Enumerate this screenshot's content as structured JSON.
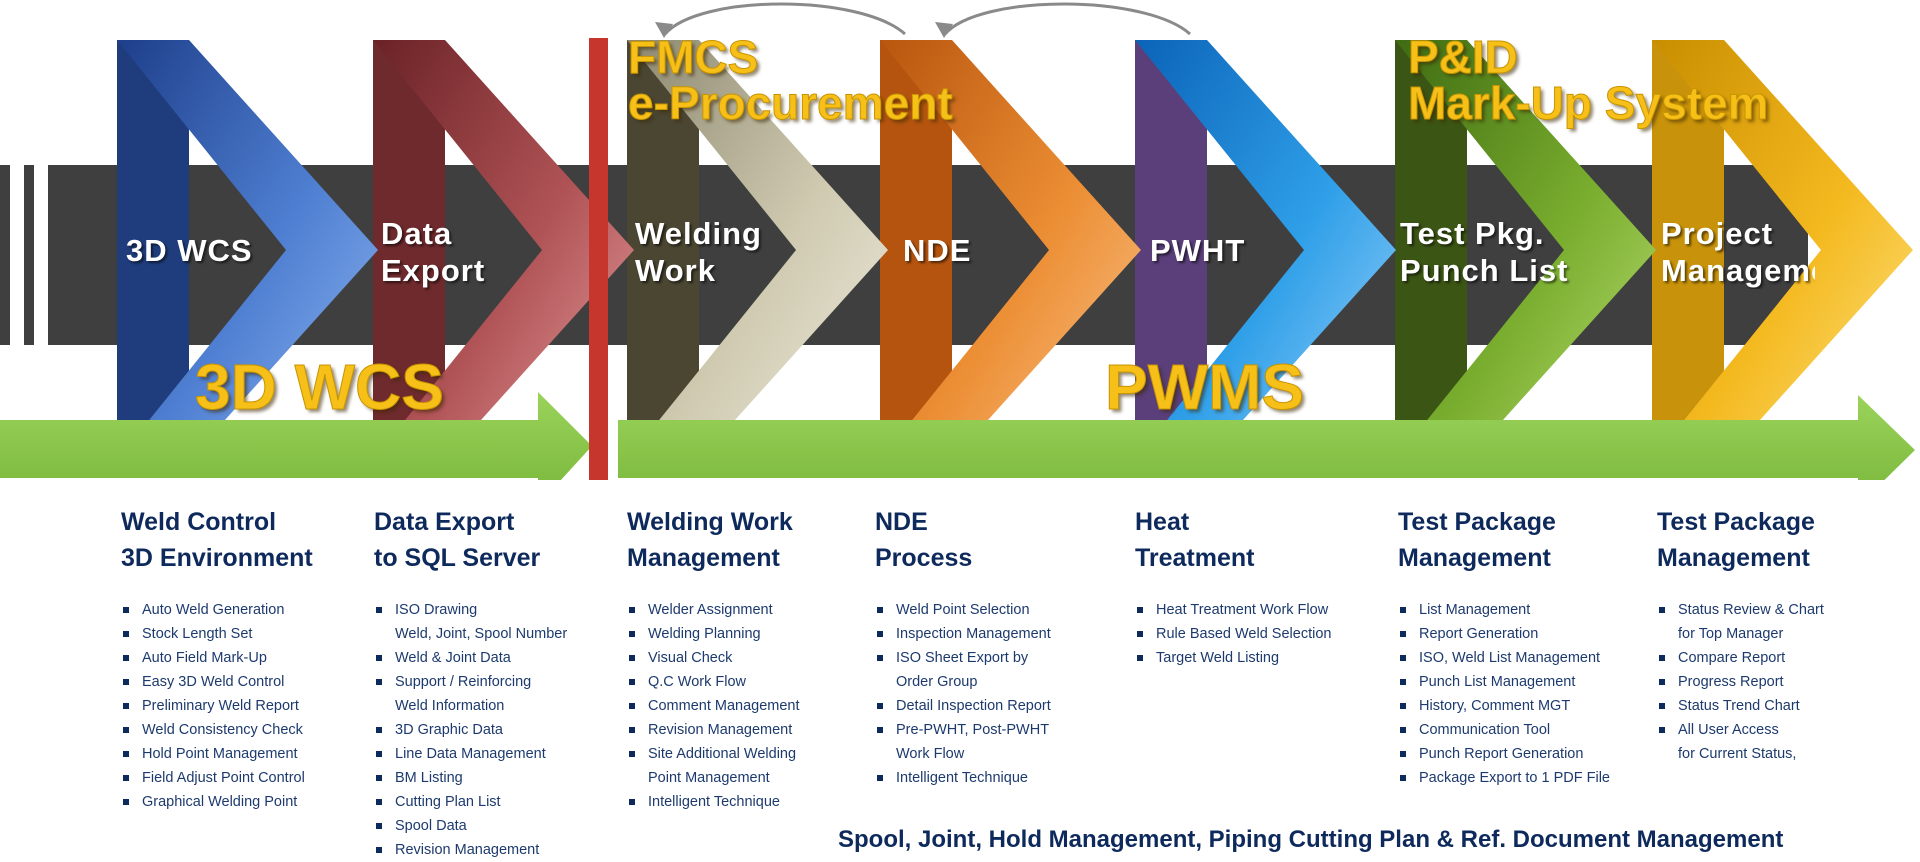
{
  "steps": [
    {
      "id": "3dwcs",
      "lines": [
        "3D WCS"
      ]
    },
    {
      "id": "dataexport",
      "lines": [
        "Data",
        "Export"
      ]
    },
    {
      "id": "welding",
      "lines": [
        "Welding",
        "Work"
      ]
    },
    {
      "id": "nde",
      "lines": [
        "NDE"
      ]
    },
    {
      "id": "pwht",
      "lines": [
        "PWHT"
      ]
    },
    {
      "id": "testpkg",
      "lines": [
        "Test Pkg.",
        "Punch List"
      ]
    },
    {
      "id": "project",
      "lines": [
        "Project",
        "Management"
      ]
    }
  ],
  "systems": {
    "wcs": "3D WCS",
    "pwms": "PWMS",
    "fmcs": [
      "FMCS",
      "e-Procurement"
    ],
    "pid": [
      "P&ID",
      "Mark-Up System"
    ]
  },
  "columns": [
    {
      "title": [
        "Weld Control",
        "3D Environment"
      ],
      "items": [
        [
          "Auto Weld Generation"
        ],
        [
          "Stock Length Set"
        ],
        [
          "Auto Field Mark-Up"
        ],
        [
          "Easy 3D Weld Control"
        ],
        [
          "Preliminary Weld Report"
        ],
        [
          "Weld Consistency Check"
        ],
        [
          "Hold Point Management"
        ],
        [
          "Field Adjust Point Control"
        ],
        [
          "Graphical Welding Point"
        ]
      ]
    },
    {
      "title": [
        "Data Export",
        "to SQL Server"
      ],
      "items": [
        [
          "ISO Drawing",
          "Weld, Joint, Spool Number"
        ],
        [
          "Weld & Joint Data"
        ],
        [
          "Support / Reinforcing",
          "Weld Information"
        ],
        [
          "3D Graphic Data"
        ],
        [
          "Line Data Management"
        ],
        [
          "BM Listing"
        ],
        [
          "Cutting Plan List"
        ],
        [
          "Spool Data"
        ],
        [
          "Revision Management"
        ]
      ]
    },
    {
      "title": [
        "Welding Work",
        "Management"
      ],
      "items": [
        [
          "Welder Assignment"
        ],
        [
          "Welding Planning"
        ],
        [
          "Visual Check"
        ],
        [
          "Q.C Work Flow"
        ],
        [
          "Comment Management"
        ],
        [
          "Revision Management"
        ],
        [
          "Site Additional Welding",
          "Point Management"
        ],
        [
          "Intelligent Technique"
        ]
      ]
    },
    {
      "title": [
        "NDE",
        "Process"
      ],
      "items": [
        [
          "Weld Point Selection"
        ],
        [
          "Inspection Management"
        ],
        [
          "ISO Sheet Export by",
          "Order Group"
        ],
        [
          "Detail Inspection Report"
        ],
        [
          "Pre-PWHT, Post-PWHT",
          "Work Flow"
        ],
        [
          "Intelligent Technique"
        ]
      ]
    },
    {
      "title": [
        "Heat",
        "Treatment"
      ],
      "items": [
        [
          "Heat Treatment Work Flow"
        ],
        [
          "Rule Based Weld Selection"
        ],
        [
          "Target Weld Listing"
        ]
      ]
    },
    {
      "title": [
        "Test Package",
        "Management"
      ],
      "items": [
        [
          "List Management"
        ],
        [
          "Report Generation"
        ],
        [
          "ISO, Weld List Management"
        ],
        [
          "Punch List Management"
        ],
        [
          "History, Comment MGT"
        ],
        [
          "Communication Tool"
        ],
        [
          "Punch Report Generation"
        ],
        [
          "Package Export to 1 PDF File"
        ]
      ]
    },
    {
      "title": [
        "Test Package",
        "Management"
      ],
      "items": [
        [
          "Status Review & Chart",
          "for Top Manager"
        ],
        [
          "Compare Report"
        ],
        [
          "Progress Report"
        ],
        [
          "Status Trend Chart"
        ],
        [
          "All User Access",
          "for Current Status,"
        ]
      ]
    }
  ],
  "footer": "Spool, Joint, Hold Management, Piping Cutting Plan & Ref. Document Management",
  "colors": {
    "band": "#3f3f3f",
    "arrow_green": "#8cc84b",
    "separator_red": "#c6362c",
    "system_yellow": "#f6c018",
    "heading_navy": "#0e2a5c"
  }
}
